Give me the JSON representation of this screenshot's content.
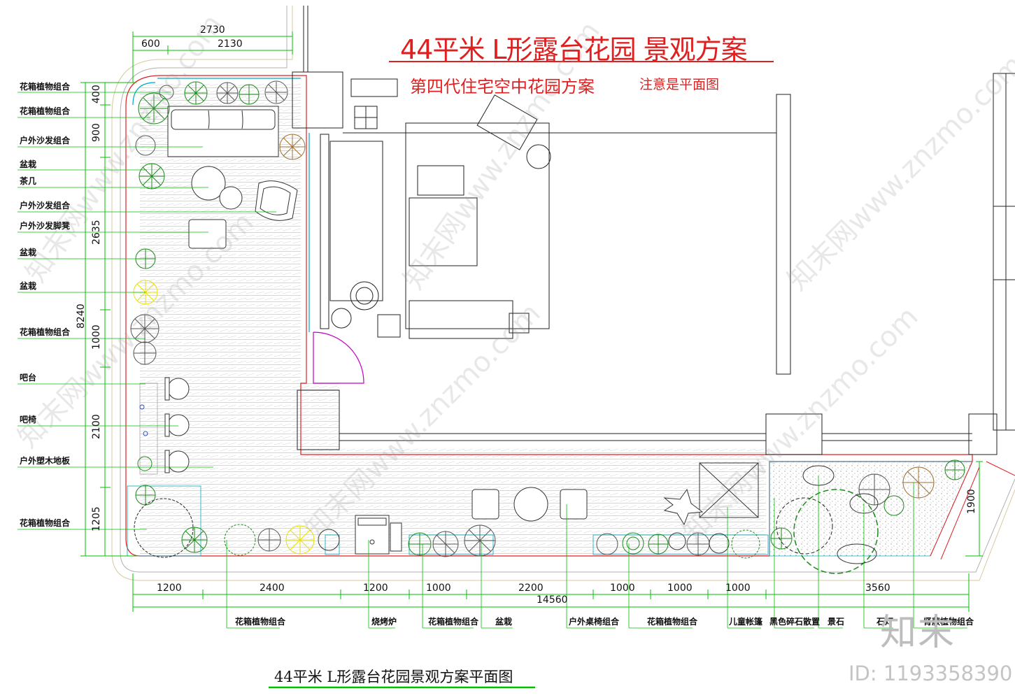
{
  "title": "44平米 L形露台花园 景观方案",
  "subtitle": "第四代住宅空中花园方案",
  "note": "注意是平面图",
  "footer_title": "44平米 L形露台花园景观方案平面图",
  "watermark": {
    "site": "知末网www.znzmo.com",
    "logo": "知末",
    "id": "ID: 1193358390"
  },
  "top_dims": {
    "overall": "2730",
    "left": "600",
    "right": "2130"
  },
  "left_dims": {
    "total": "8240",
    "segments": [
      "400",
      "900",
      "2635",
      "1000",
      "2100",
      "1205"
    ]
  },
  "bottom_dims": {
    "total": "14560",
    "segments": [
      "1200",
      "2400",
      "1200",
      "1000",
      "2200",
      "1000",
      "1000",
      "1000",
      "3560"
    ]
  },
  "right_dim": "1900",
  "left_labels": [
    "花箱植物组合",
    "花箱植物组合",
    "户外沙发组合",
    "盆栽",
    "茶几",
    "户外沙发组合",
    "户外沙发脚凳",
    "盆栽",
    "盆栽",
    "花箱植物组合",
    "吧台",
    "吧椅",
    "户外塑木地板",
    "花箱植物组合"
  ],
  "bottom_labels": [
    "花箱植物组合",
    "烧烤炉",
    "花箱植物组合",
    "盆栽",
    "户外桌椅组合",
    "花箱植物组合",
    "儿童帐篷",
    "黑色碎石散置",
    "景石",
    "石灯",
    "肾蕨植物组合"
  ],
  "colors": {
    "title": "#e02020",
    "dimension": "#00c000",
    "wall": "#e02020",
    "plant": "#1a8a1a",
    "door": "#c000c0",
    "glass": "#00a8c8",
    "flower": "#e8e000"
  }
}
